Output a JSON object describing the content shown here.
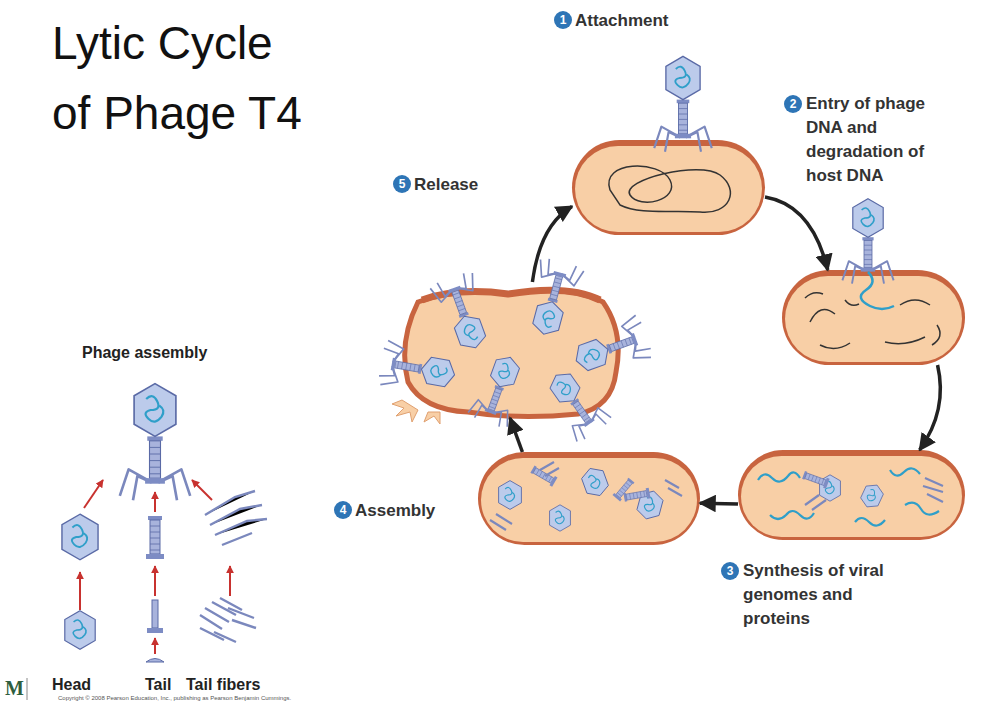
{
  "diagram": {
    "title": "Lytic Cycle of Phage T4",
    "nodes": [
      {
        "text": [
          "1",
          "Attachment"
        ]
      },
      {
        "text": [
          "2",
          "Entry of phage DNA and degradation of host DNA"
        ]
      },
      {
        "text": [
          "3",
          "Synthesis of viral genomes and proteins"
        ]
      },
      {
        "text": [
          "4",
          "Assembly"
        ]
      },
      {
        "text": [
          "5",
          "Release"
        ]
      }
    ],
    "edges": [
      {
        "from": 0,
        "to": 1,
        "arrow": "to"
      },
      {
        "from": 1,
        "to": 2,
        "arrow": "to"
      },
      {
        "from": 2,
        "to": 3,
        "arrow": "to"
      },
      {
        "from": 3,
        "to": 4,
        "arrow": "to"
      },
      {
        "from": 4,
        "to": 0,
        "arrow": "to"
      }
    ],
    "labels": [
      "Phage assembly",
      "Head",
      "Tail",
      "Tail fibers",
      "M",
      "Copyright © 2008 Pearson Education, Inc., publishing as Pearson Benjamin Cummings."
    ]
  }
}
